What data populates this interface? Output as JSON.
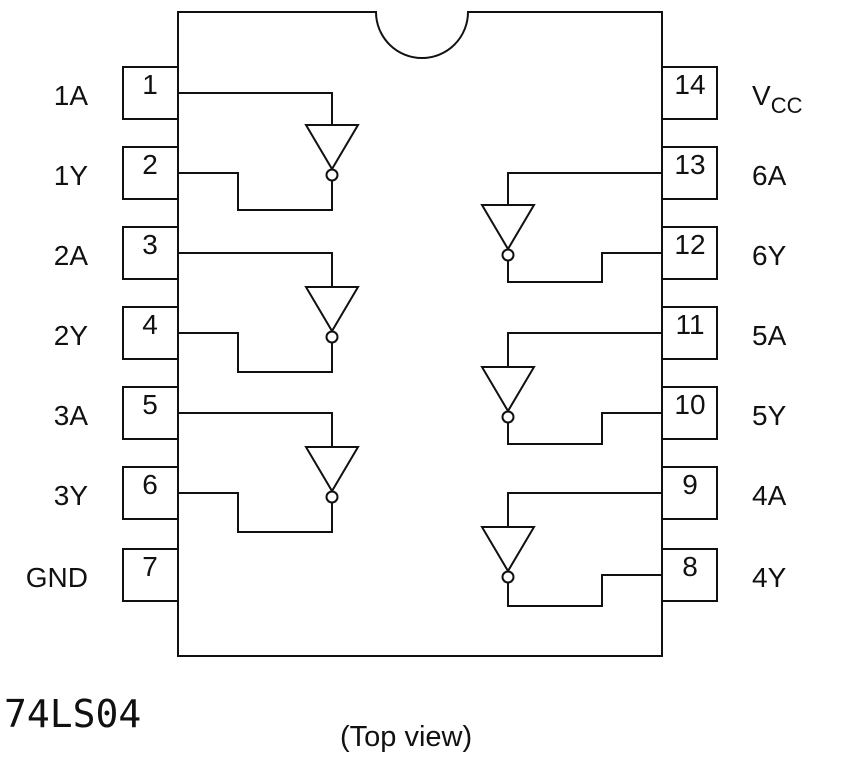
{
  "part_number": "74LS04",
  "view_label": "(Top view)",
  "pins_left": [
    {
      "number": "1",
      "name": "1A"
    },
    {
      "number": "2",
      "name": "1Y"
    },
    {
      "number": "3",
      "name": "2A"
    },
    {
      "number": "4",
      "name": "2Y"
    },
    {
      "number": "5",
      "name": "3A"
    },
    {
      "number": "6",
      "name": "3Y"
    },
    {
      "number": "7",
      "name": "GND"
    }
  ],
  "pins_right": [
    {
      "number": "14",
      "name": "V",
      "subscript": "CC"
    },
    {
      "number": "13",
      "name": "6A"
    },
    {
      "number": "12",
      "name": "6Y"
    },
    {
      "number": "11",
      "name": "5A"
    },
    {
      "number": "10",
      "name": "5Y"
    },
    {
      "number": "9",
      "name": "4A"
    },
    {
      "number": "8",
      "name": "4Y"
    }
  ],
  "gates": [
    {
      "name": "gate-1",
      "input_pin": "1",
      "output_pin": "2"
    },
    {
      "name": "gate-2",
      "input_pin": "3",
      "output_pin": "4"
    },
    {
      "name": "gate-3",
      "input_pin": "5",
      "output_pin": "6"
    },
    {
      "name": "gate-6",
      "input_pin": "13",
      "output_pin": "12"
    },
    {
      "name": "gate-5",
      "input_pin": "11",
      "output_pin": "10"
    },
    {
      "name": "gate-4",
      "input_pin": "9",
      "output_pin": "8"
    }
  ]
}
